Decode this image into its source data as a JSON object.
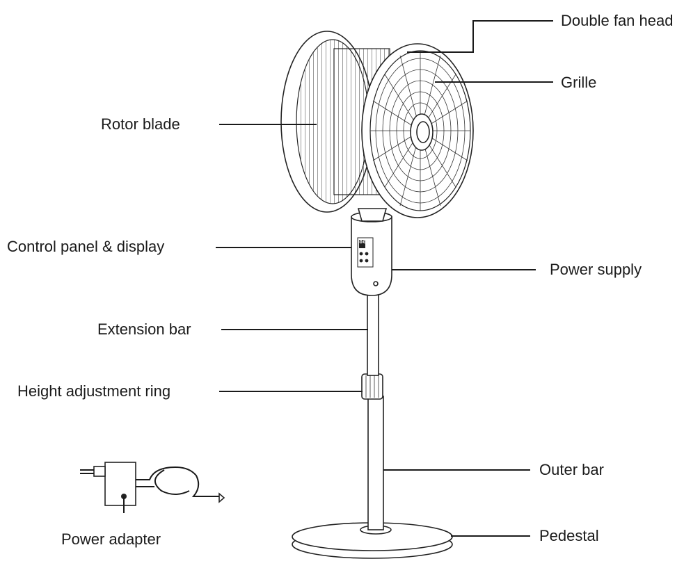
{
  "labels": {
    "double_fan_head": "Double fan head",
    "grille": "Grille",
    "rotor_blade": "Rotor blade",
    "control_panel": "Control panel & display",
    "power_supply": "Power supply",
    "extension_bar": "Extension bar",
    "height_ring": "Height adjustment ring",
    "outer_bar": "Outer bar",
    "pedestal": "Pedestal",
    "power_adapter": "Power adapter"
  },
  "display_digits": "88"
}
